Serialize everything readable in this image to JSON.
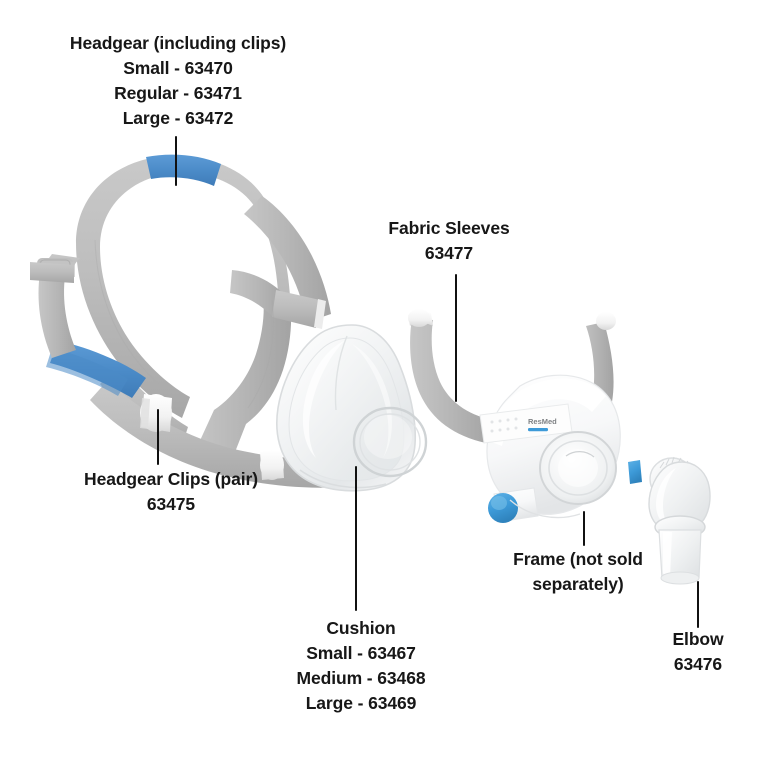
{
  "page": {
    "title": "CPAP Full Face Mask Replacement Parts Diagram",
    "background_color": "#ffffff"
  },
  "colors": {
    "text": "#171717",
    "leader_line": "#111111",
    "strap_gray": "#b7b7b7",
    "strap_gray_dark": "#9a9a9a",
    "accent_blue": "#4d8fcc",
    "button_blue": "#3d9ad8",
    "frame_white": "#fafafa",
    "cushion_clear": "#eceeef"
  },
  "callouts": [
    {
      "id": "headgear",
      "name": "headgear",
      "lines": [
        "Headgear (including clips)",
        "Small - 63470",
        "Regular - 63471",
        "Large - 63472"
      ]
    },
    {
      "id": "clips",
      "name": "headgear-clips",
      "lines": [
        "Headgear Clips (pair)",
        "63475"
      ]
    },
    {
      "id": "sleeves",
      "name": "fabric-sleeves",
      "lines": [
        "Fabric Sleeves",
        "63477"
      ]
    },
    {
      "id": "cushion",
      "name": "cushion",
      "lines": [
        "Cushion",
        "Small - 63467",
        "Medium - 63468",
        "Large - 63469"
      ]
    },
    {
      "id": "frame",
      "name": "frame",
      "lines": [
        "Frame (not sold",
        "separately)"
      ]
    },
    {
      "id": "elbow",
      "name": "elbow",
      "lines": [
        "Elbow",
        "63476"
      ]
    }
  ],
  "parts": {
    "headgear": {
      "label": "headgear-illustration"
    },
    "cushion": {
      "label": "cushion-illustration"
    },
    "frame": {
      "label": "frame-illustration",
      "brand_text": "ResMed"
    },
    "elbow": {
      "label": "elbow-illustration"
    }
  }
}
